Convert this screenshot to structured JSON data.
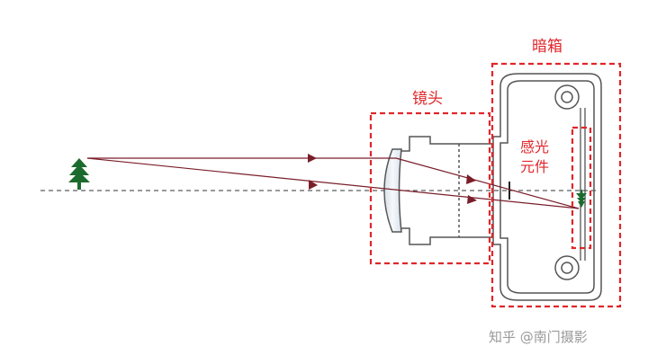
{
  "labels": {
    "camera_box": "暗箱",
    "lens": "镜头",
    "sensor_line1": "感光",
    "sensor_line2": "元件"
  },
  "watermark": "知乎 @南门摄影",
  "colors": {
    "annotation": "#e0262a",
    "outline": "#555555",
    "ray": "#7a1e2a",
    "tree": "#1c6b2e",
    "lens_fill": "#eef2f7",
    "watermark": "#9a9a9a"
  },
  "icons": {
    "object": "tree-icon",
    "image": "inverted-tree-icon"
  }
}
